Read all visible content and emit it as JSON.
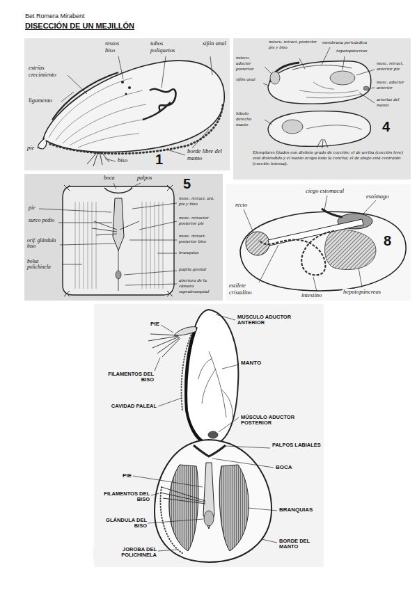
{
  "diagram": {
    "title": "DISECCIÓN DE UN MEJILLÓN",
    "labels": [
      "Bet Romera Mirabent",
      "restos biso",
      "tubos poliquetos",
      "sifón anal",
      "estrías crecimiento",
      "ligamento",
      "pie",
      "biso",
      "borde libre del manto",
      "1",
      "múscu. aductor posterior",
      "sifón anal",
      "múscu. retract. posterior pie y biso",
      "membrana pericárdica",
      "hepatopáncreas",
      "musc. retract. anterior pie",
      "musc. aductor anterior",
      "arterias del manto",
      "lóbulo derecho manto",
      "4",
      "Ejemplares fijados con distinto grado de cocción: el de arriba (cocción leve) está distendido y el manto ocupa toda la concha; el de abajo está contraído (cocción intensa).",
      "boca",
      "palpos",
      "pie",
      "surco pedio",
      "orif. glándula biso",
      "bolsa polichinela",
      "musc. retract. ant. pie y biso",
      "musc. retractor posterior pie",
      "musc. retract. posterior biso",
      "branquias",
      "papila genital",
      "abertura de la cámara suprabranquial",
      "5",
      "recto",
      "ciego estomacal",
      "estómago",
      "8",
      "hepatopáncreas",
      "estilete cristalino",
      "intestino",
      "PIE",
      "MÚSCULO ADUCTOR ANTERIOR",
      "MANTO",
      "FILAMENTOS DEL BISO",
      "CAVIDAD PALEAL",
      "MÚSCULO ADUCTOR POSTERIOR",
      "PALPOS LABIALES",
      "PIE",
      "BOCA",
      "FILAMENTOS DEL BISO",
      "BRANQUIAS",
      "GLÁNDULA DEL BISO",
      "JOROBA DEL POLICHINELA",
      "BORDE DEL MANTO"
    ]
  }
}
